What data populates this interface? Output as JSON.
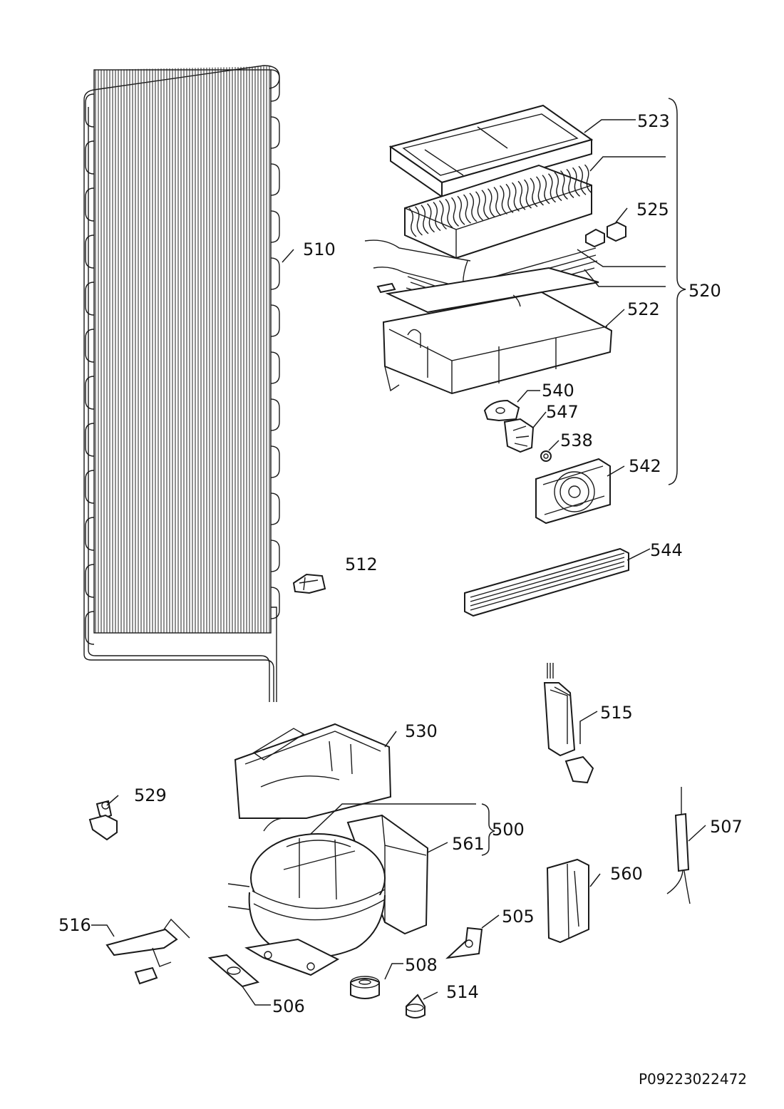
{
  "drawing_code": "P09223022472",
  "callouts": {
    "c500": "500",
    "c505": "505",
    "c506": "506",
    "c507": "507",
    "c508": "508",
    "c510": "510",
    "c512": "512",
    "c514": "514",
    "c515": "515",
    "c516": "516",
    "c520": "520",
    "c522": "522",
    "c523": "523",
    "c525": "525",
    "c529": "529",
    "c530": "530",
    "c538": "538",
    "c540": "540",
    "c542": "542",
    "c544": "544",
    "c547": "547",
    "c560": "560",
    "c561": "561"
  }
}
